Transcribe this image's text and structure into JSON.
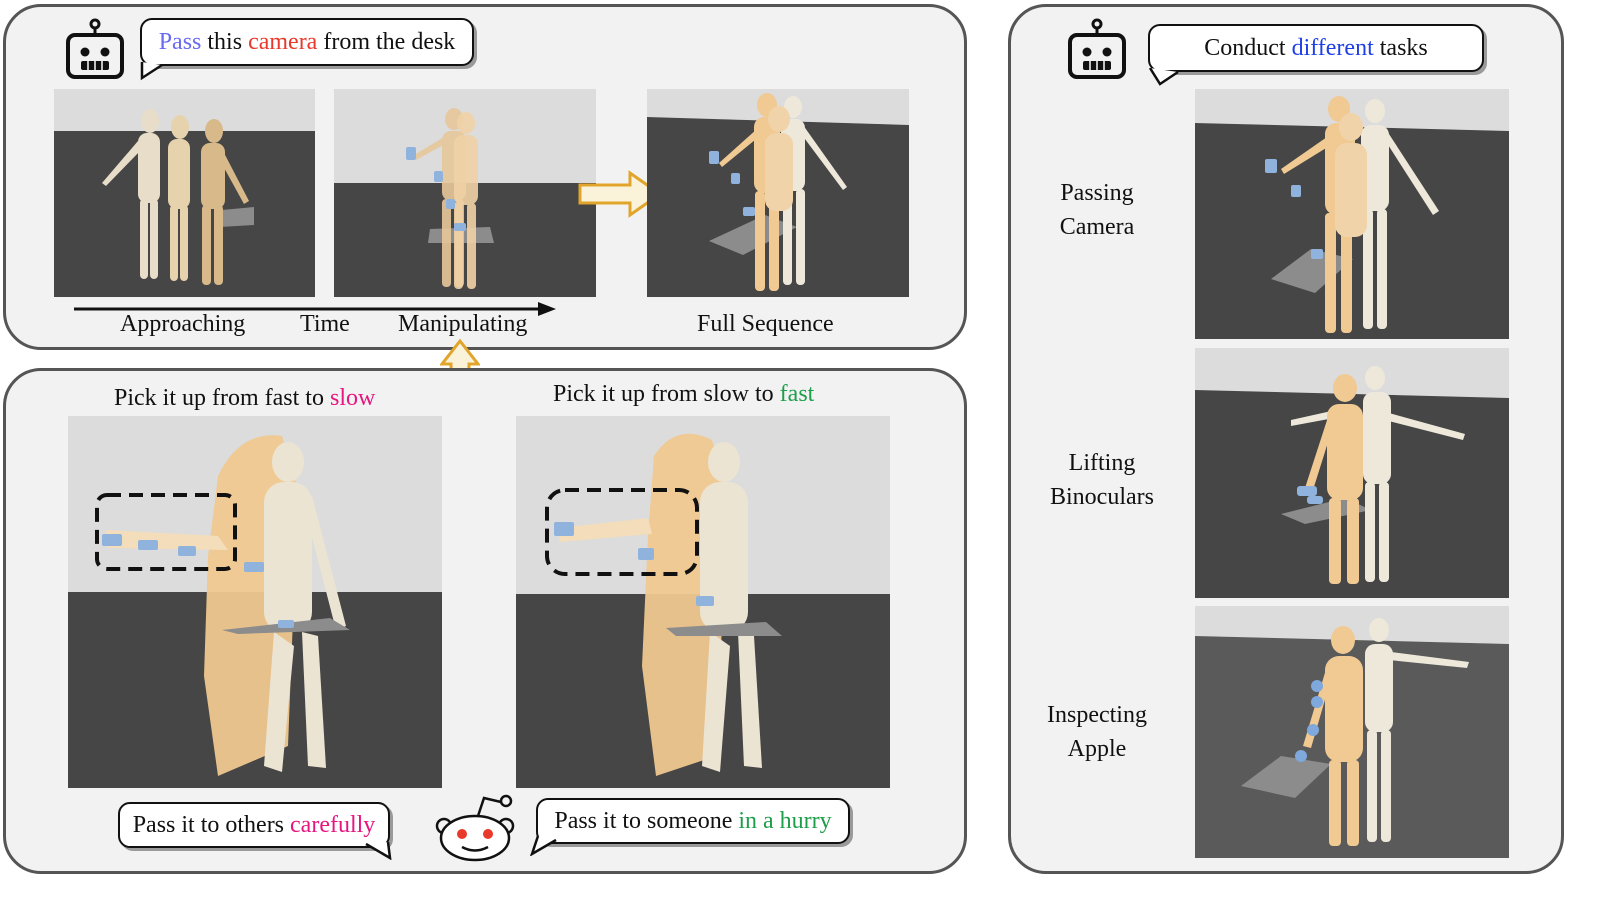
{
  "colors": {
    "pass": "#6a6af0",
    "camera": "#e8392a",
    "different": "#1f3fe6",
    "slow": "#e6157f",
    "fast": "#1e9e4a",
    "carefully": "#e6157f",
    "in_a_hurry": "#1e9e4a"
  },
  "top_left": {
    "robot_icon": "robot-icon",
    "bubble": {
      "w1": "Pass",
      "w2": " this ",
      "w3": "camera",
      "w4": " from the desk"
    },
    "timeline": {
      "approaching": "Approaching",
      "time": "Time",
      "manipulating": "Manipulating",
      "full_sequence": "Full Sequence"
    }
  },
  "bottom_left": {
    "left_caption": {
      "prefix": "Pick it up from fast to ",
      "emph": "slow"
    },
    "right_caption": {
      "prefix": "Pick it up from slow to ",
      "emph": "fast"
    },
    "left_bubble": {
      "prefix": "Pass it to others ",
      "emph": "carefully"
    },
    "right_bubble": {
      "prefix": "Pass it to someone ",
      "emph": "in a hurry"
    },
    "reddit_icon": "reddit-alien-icon"
  },
  "right": {
    "robot_icon": "robot-icon",
    "bubble": {
      "prefix": "Conduct ",
      "emph": "different",
      "suffix": " tasks"
    },
    "tasks": [
      {
        "line1": "Passing",
        "line2": "Camera"
      },
      {
        "line1": "Lifting",
        "line2": "Binoculars"
      },
      {
        "line1": "Inspecting",
        "line2": "Apple"
      }
    ]
  }
}
